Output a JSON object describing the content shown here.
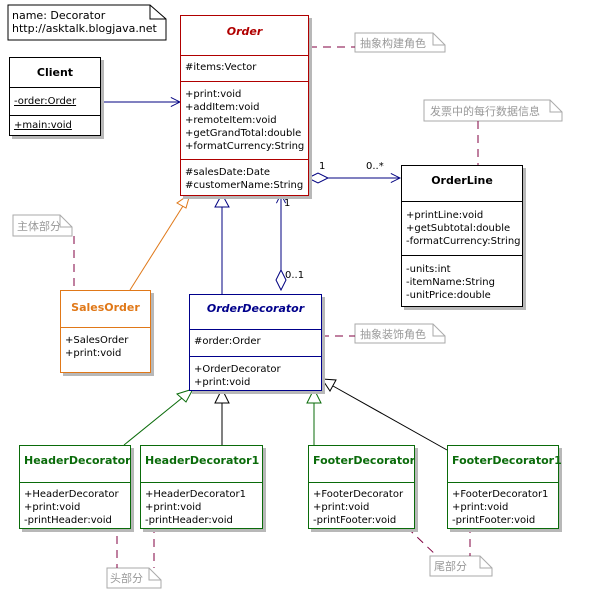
{
  "header_note": {
    "line1": "name: Decorator",
    "line2": "http://asktalk.blogjava.net"
  },
  "client": {
    "name": "Client",
    "attr": "-order:Order",
    "op": "+main:void"
  },
  "order": {
    "name": "Order",
    "attrs": [
      "#items:Vector"
    ],
    "ops": [
      "+print:void",
      "+addItem:void",
      "+remoteItem:void",
      "+getGrandTotal:double",
      "+formatCurrency:String"
    ],
    "attrs2": [
      "#salesDate:Date",
      "#customerName:String"
    ]
  },
  "orderline": {
    "name": "OrderLine",
    "ops": [
      "+printLine:void",
      "+getSubtotal:double",
      "-formatCurrency:String"
    ],
    "attrs": [
      "-units:int",
      "-itemName:String",
      "-unitPrice:double"
    ]
  },
  "salesorder": {
    "name": "SalesOrder",
    "ops": [
      "+SalesOrder",
      "+print:void"
    ]
  },
  "orderdecorator": {
    "name": "OrderDecorator",
    "attrs": [
      "#order:Order"
    ],
    "ops": [
      "+OrderDecorator",
      "+print:void"
    ]
  },
  "header_decorator": {
    "name": "HeaderDecorator",
    "ops": [
      "+HeaderDecorator",
      "+print:void",
      "-printHeader:void"
    ]
  },
  "header_decorator1": {
    "name": "HeaderDecorator1",
    "ops": [
      "+HeaderDecorator1",
      "+print:void",
      "-printHeader:void"
    ]
  },
  "footer_decorator": {
    "name": "FooterDecorator",
    "ops": [
      "+FooterDecorator",
      "+print:void",
      "-printFooter:void"
    ]
  },
  "footer_decorator1": {
    "name": "FooterDecorator1",
    "ops": [
      "+FooterDecorator1",
      "+print:void",
      "-printFooter:void"
    ]
  },
  "notes": {
    "abstract_component": "抽象构建角色",
    "line_info": "发票中的每行数据信息",
    "main_part": "主体部分",
    "abstract_decorator": "抽象装饰角色",
    "head_part": "头部分",
    "tail_part": "尾部分"
  },
  "multiplicity": {
    "order_side": "1",
    "line_side": "0..*",
    "agg_top": "1",
    "agg_bottom": "0..1"
  },
  "colors": {
    "order": "#b00000",
    "decorator": "#00008b",
    "salesorder": "#e07818",
    "concrete": "#0a6b0a",
    "note_dash": "#800040"
  }
}
